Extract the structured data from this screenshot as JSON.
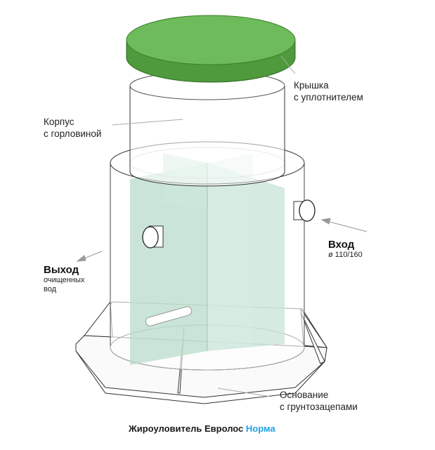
{
  "labels": {
    "lid": [
      "Крышка",
      "с уплотнителем"
    ],
    "body": [
      "Корпус",
      "с горловиной"
    ],
    "outlet": {
      "title": "Выход",
      "sub": [
        "очищенных",
        "вод"
      ]
    },
    "inlet": {
      "title": "Вход",
      "sub": "ø 110/160"
    },
    "base": [
      "Основание",
      "с грунтозацепами"
    ]
  },
  "title": {
    "main": "Жироуловитель Евролос",
    "accent": "Норма"
  },
  "colors": {
    "lid": "#6dbb5a",
    "lid_side": "#4f9a3c",
    "partition": "#b8dccb",
    "accent": "#1ea3e6"
  }
}
